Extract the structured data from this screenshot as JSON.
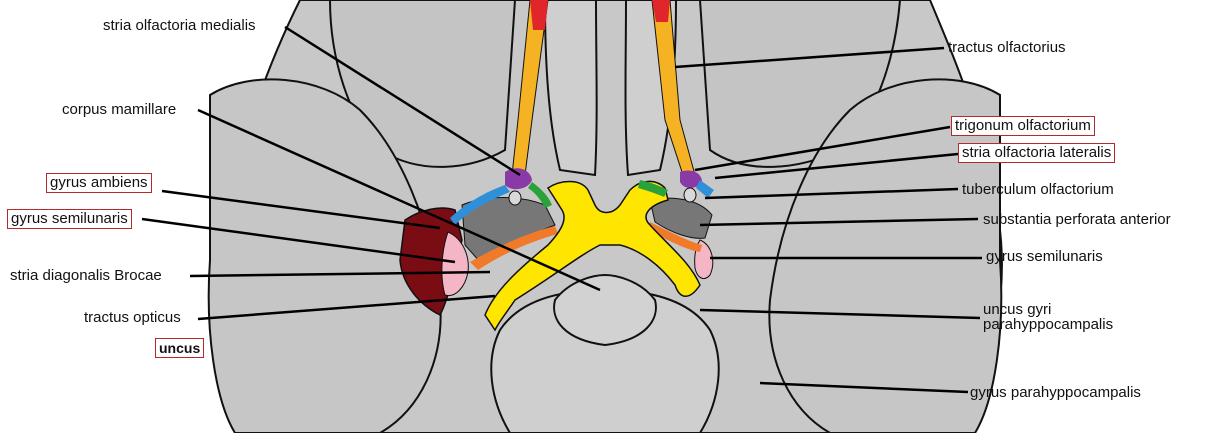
{
  "colors": {
    "brain_gray": "#c8c8c8",
    "outline": "#111111",
    "tract_yellow": "#ffe600",
    "olfactory_orange": "#f5b324",
    "olfactory_red": "#e0262b",
    "trigonum_purple": "#8a3aa6",
    "lateral_stria_blue": "#2f8fd8",
    "perforated_gray": "#777777",
    "medial_green": "#2aa23a",
    "diagonal_orange": "#f07a2a",
    "semilunar_pink": "#f4b5c5",
    "ambiens_darkred": "#7a0c14",
    "box_border": "#b22a2a"
  },
  "labels": {
    "stria_olfactoria_medialis": "stria olfactoria medialis",
    "corpus_mamillare": "corpus mamillare",
    "gyrus_ambiens": "gyrus ambiens",
    "gyrus_semilunaris_left": "gyrus semilunaris",
    "stria_diagonalis": "stria diagonalis Brocae",
    "tractus_opticus": "tractus opticus",
    "uncus": "uncus",
    "tractus_olfactorius": "tractus olfactorius",
    "trigonum_olfactorium": "trigonum olfactorium",
    "stria_olfactoria_lateralis": "stria olfactoria lateralis",
    "tuberculum_olfactorium": "tuberculum olfactorium",
    "substantia_perforata": "substantia perforata anterior",
    "gyrus_semilunaris_right": "gyrus semilunaris",
    "uncus_gyri_line1": "uncus gyri",
    "uncus_gyri_line2": "parahyppocampalis",
    "gyrus_parahyppocampalis": "gyrus parahyppocampalis"
  }
}
